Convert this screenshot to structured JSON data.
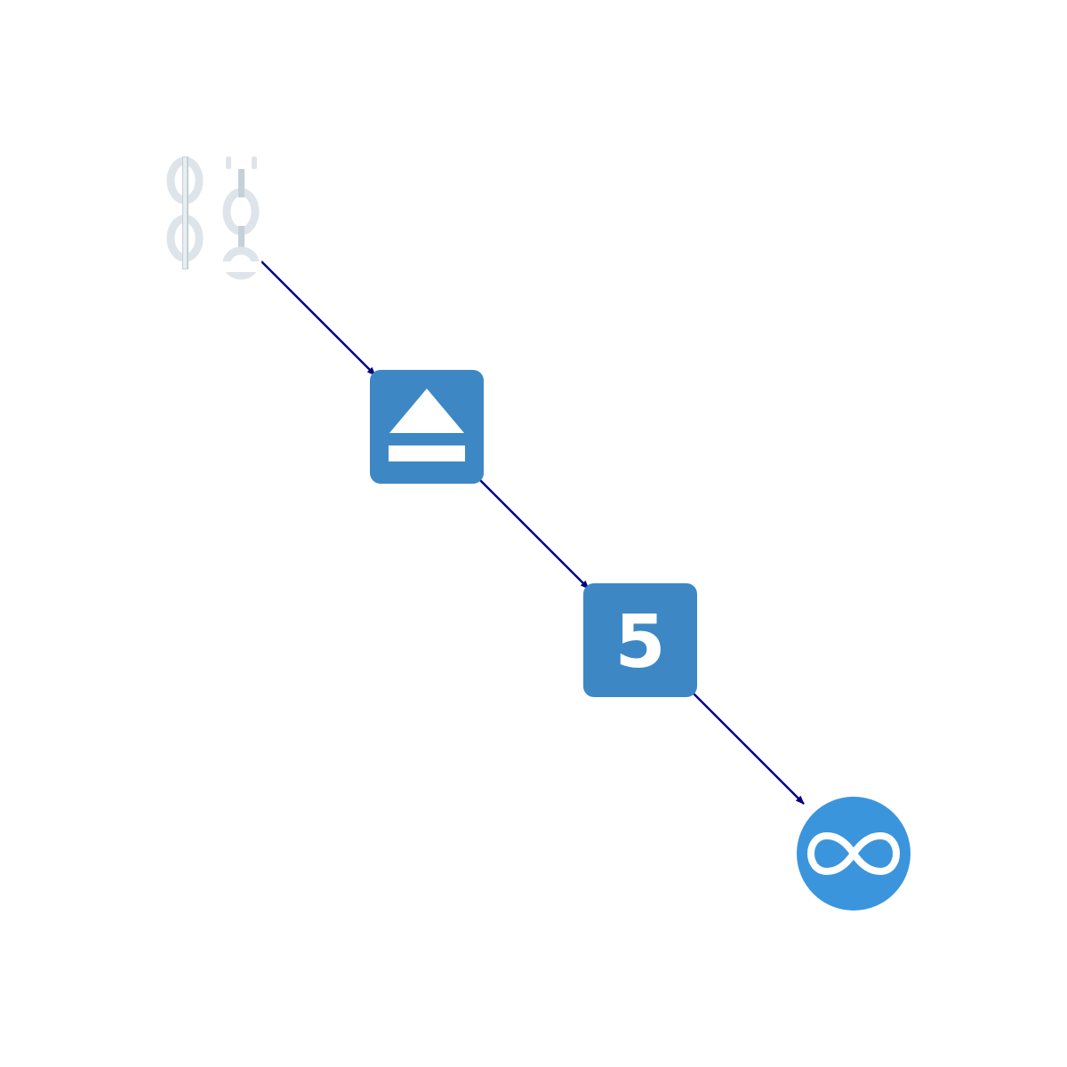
{
  "colors": {
    "background": "#ffffff",
    "tile_blue": "#3d88c4",
    "circle_blue": "#3b95dd",
    "icon_white": "#ffffff",
    "chain_light": "#dde5ea",
    "chain_shade": "#c4d1d9",
    "edge": "#000080"
  },
  "nodes": [
    {
      "id": "chain",
      "icon": "chains-icon"
    },
    {
      "id": "eject",
      "icon": "eject-icon"
    },
    {
      "id": "five",
      "icon": "keycap-digit-five-icon",
      "text": "5"
    },
    {
      "id": "infinity",
      "icon": "infinity-icon"
    }
  ],
  "edges": [
    {
      "from": "chain",
      "to": "eject"
    },
    {
      "from": "eject",
      "to": "five"
    },
    {
      "from": "five",
      "to": "infinity"
    }
  ]
}
